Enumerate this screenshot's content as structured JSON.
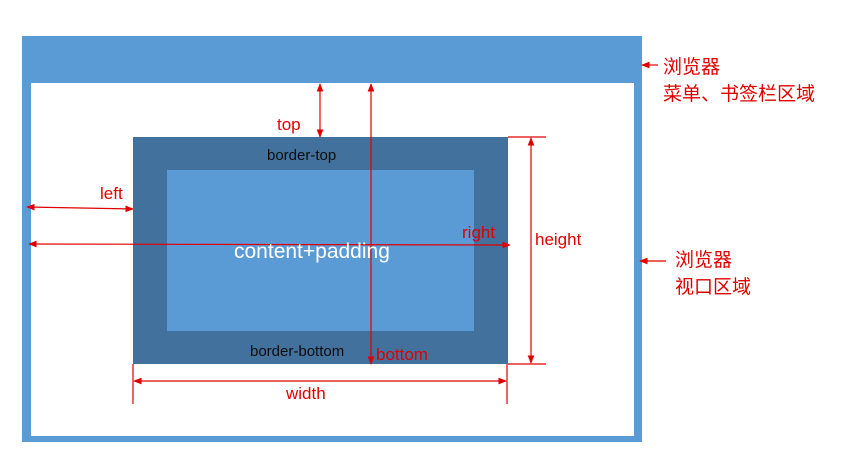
{
  "labels": {
    "top": "top",
    "left": "left",
    "right": "right",
    "bottom": "bottom",
    "height": "height",
    "width": "width",
    "border_top": "border-top",
    "border_bottom": "border-bottom",
    "content_padding": "content+padding"
  },
  "side_notes": {
    "menu_bar_line1": "浏览器",
    "menu_bar_line2": "菜单、书签栏区域",
    "viewport_line1": "浏览器",
    "viewport_line2": "视口区域"
  },
  "colors": {
    "browser_frame": "#5b9bd5",
    "border_box": "#41719c",
    "content_box": "#5b9bd5",
    "annotation": "#e00000"
  }
}
